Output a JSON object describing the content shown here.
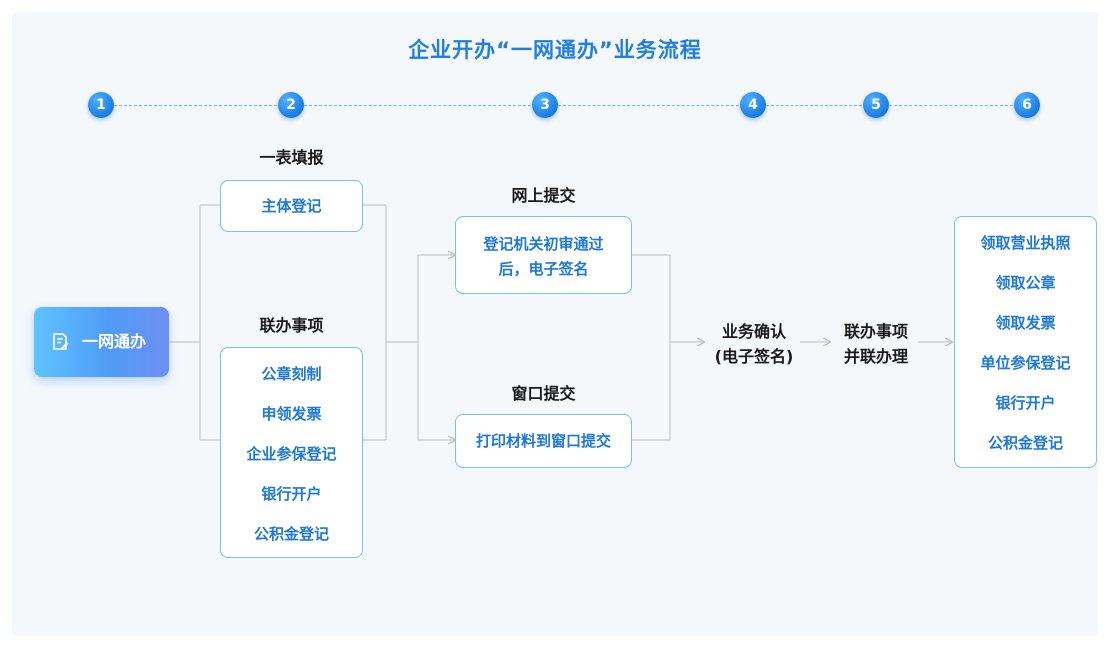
{
  "title": "企业开办“一网通办”业务流程",
  "steps": [
    "1",
    "2",
    "3",
    "4",
    "5",
    "6"
  ],
  "start": {
    "label": "一网通办",
    "icon": "document-edit-icon"
  },
  "form_fill": {
    "heading": "一表填报",
    "box": "主体登记"
  },
  "joint_items": {
    "heading": "联办事项",
    "items": [
      "公章刻制",
      "申领发票",
      "企业参保登记",
      "银行开户",
      "公积金登记"
    ]
  },
  "online_submit": {
    "heading": "网上提交",
    "line1": "登记机关初审通过",
    "line2": "后，电子签名"
  },
  "window_submit": {
    "heading": "窗口提交",
    "box": "打印材料到窗口提交"
  },
  "confirm": {
    "line1": "业务确认",
    "line2": "(电子签名)"
  },
  "parallel": {
    "line1": "联办事项",
    "line2": "并联办理"
  },
  "outcomes": [
    "领取营业执照",
    "领取公章",
    "领取发票",
    "单位参保登记",
    "银行开户",
    "公积金登记"
  ],
  "colors": {
    "accent": "#1e78d8",
    "border": "#7cc0ef",
    "connector": "#c6c6c6"
  }
}
